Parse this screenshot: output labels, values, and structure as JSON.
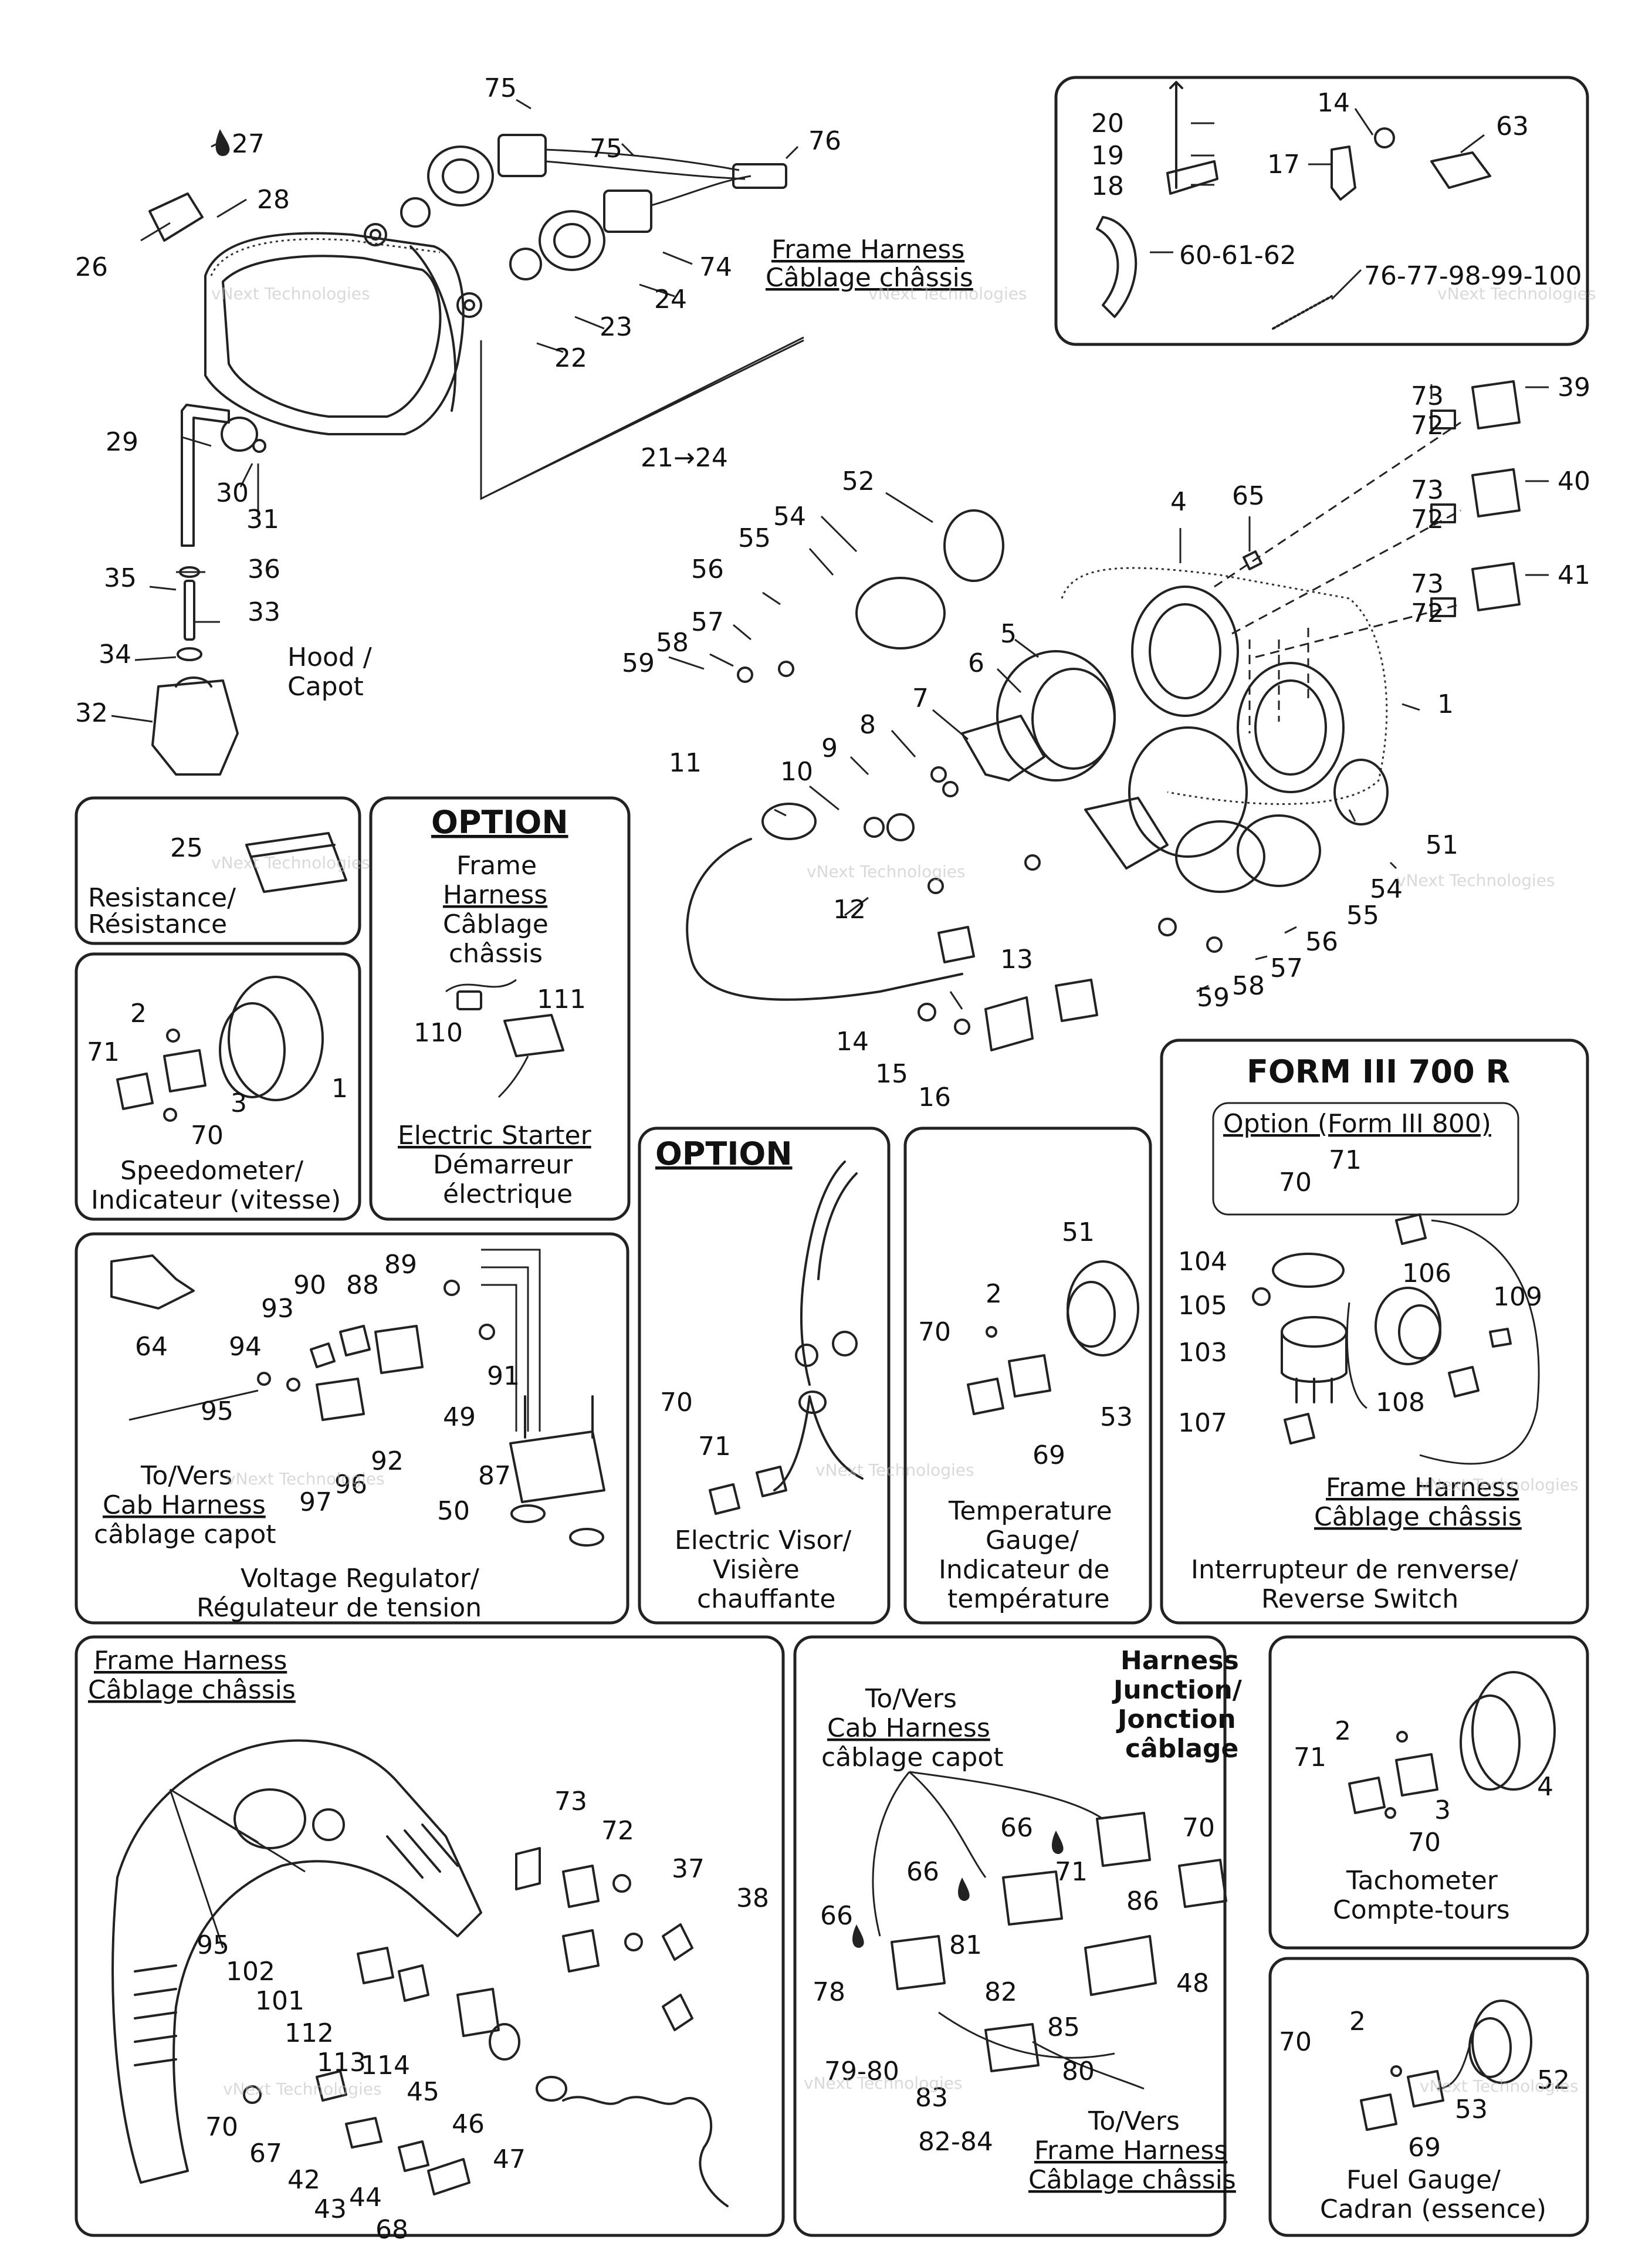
{
  "watermark": "vNext Technologies",
  "labels": {
    "frame_harness": "Frame Harness",
    "cablage_chassis": "Câblage châssis",
    "range_21_24": "21→24",
    "hood": "Hood /",
    "capot": "Capot",
    "resistance_en": "Resistance/",
    "resistance_fr": "Résistance",
    "option": "OPTION",
    "option_frame": "Frame",
    "option_harness": "Harness",
    "option_cablage": "Câblage",
    "option_chassis": "châssis",
    "electric_starter": "Electric Starter",
    "demarreur": "Démarreur",
    "electrique": "électrique",
    "speedometer": "Speedometer/",
    "indicateur_vitesse": "Indicateur (vitesse)",
    "to_vers": "To/Vers",
    "cab_harness": "Cab Harness",
    "cablage_capot": "câblage capot",
    "voltage_regulator": "Voltage Regulator/",
    "regulateur": "Régulateur de tension",
    "electric_visor": "Electric Visor/",
    "visiere": "Visière",
    "chauffante": "chauffante",
    "temperature_gauge": "Temperature",
    "gauge": "Gauge/",
    "indicateur_de": "Indicateur de",
    "temperature_fr": "température",
    "form_iii": "FORM III 700 R",
    "option_form_800": "Option (Form III 800)",
    "interrupteur": "Interrupteur de renverse/",
    "reverse_switch": "Reverse Switch",
    "harness_junction": "Harness",
    "junction_2": "Junction/",
    "jonction": "Jonction",
    "cablage_j": "câblage",
    "tachometer": "Tachometer",
    "compte_tours": "Compte-tours",
    "fuel_gauge": "Fuel Gauge/",
    "cadran": "Cadran (essence)"
  },
  "callouts": {
    "c75a": "75",
    "c75b": "75",
    "c76": "76",
    "c27": "27",
    "c28": "28",
    "c26": "26",
    "c74": "74",
    "c24": "24",
    "c23": "23",
    "c22": "22",
    "c20": "20",
    "c19": "19",
    "c18": "18",
    "c14a": "14",
    "c17": "17",
    "c63": "63",
    "c606162": "60-61-62",
    "c7677": "76-77-98-99-100",
    "c29": "29",
    "c30": "30",
    "c31": "31",
    "c36": "36",
    "c35": "35",
    "c33": "33",
    "c34": "34",
    "c32": "32",
    "c52": "52",
    "c54a": "54",
    "c55a": "55",
    "c56a": "56",
    "c57a": "57",
    "c58a": "58",
    "c59a": "59",
    "c4": "4",
    "c65": "65",
    "c73a": "73",
    "c72a": "72",
    "c39": "39",
    "c73b": "73",
    "c72b": "72",
    "c40": "40",
    "c73c": "73",
    "c72c": "72",
    "c41": "41",
    "c5": "5",
    "c6": "6",
    "c7": "7",
    "c1": "1",
    "c8": "8",
    "c9": "9",
    "c10": "10",
    "c11": "11",
    "c12": "12",
    "c13": "13",
    "c51a": "51",
    "c54b": "54",
    "c55b": "55",
    "c56b": "56",
    "c57b": "57",
    "c58b": "58",
    "c59b": "59",
    "c14b": "14",
    "c15": "15",
    "c16": "16",
    "c25": "25",
    "c111": "111",
    "c110": "110",
    "c2a": "2",
    "c71a": "71",
    "c3a": "3",
    "c1b": "1",
    "c70a": "70",
    "c64": "64",
    "c90": "90",
    "c88": "88",
    "c89": "89",
    "c93": "93",
    "c94": "94",
    "c95a": "95",
    "c91": "91",
    "c92": "92",
    "c96": "96",
    "c97": "97",
    "c49": "49",
    "c87": "87",
    "c50": "50",
    "c70b": "70",
    "c71b": "71",
    "c51b": "51",
    "c2b": "2",
    "c70c": "70",
    "c53": "53",
    "c69a": "69",
    "c71c": "71",
    "c70d": "70",
    "c104": "104",
    "c106": "106",
    "c105": "105",
    "c109": "109",
    "c103": "103",
    "c108": "108",
    "c107": "107",
    "c73d": "73",
    "c72d": "72",
    "c37": "37",
    "c38": "38",
    "c95b": "95",
    "c102": "102",
    "c101": "101",
    "c112": "112",
    "c113": "113",
    "c114": "114",
    "c45": "45",
    "c46": "46",
    "c47": "47",
    "c70e": "70",
    "c67": "67",
    "c42": "42",
    "c43": "43",
    "c44": "44",
    "c68": "68",
    "c66a": "66",
    "c70f": "70",
    "c71d": "71",
    "c66b": "66",
    "c86": "86",
    "c66c": "66",
    "c81": "81",
    "c78": "78",
    "c82": "82",
    "c48": "48",
    "c85": "85",
    "c80": "80",
    "c7980": "79-80",
    "c83": "83",
    "c8284": "82-84",
    "c2c": "2",
    "c71e": "71",
    "c4b": "4",
    "c3b": "3",
    "c70g": "70",
    "c70h": "70",
    "c2d": "2",
    "c52b": "52",
    "c53b": "53",
    "c69b": "69"
  }
}
